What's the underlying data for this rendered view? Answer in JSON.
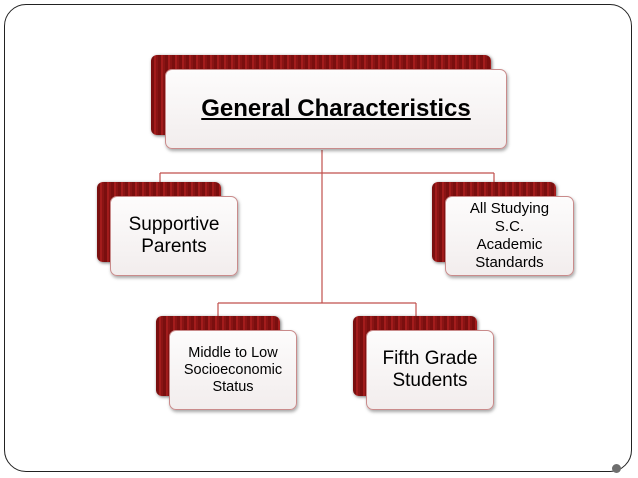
{
  "diagram": {
    "root": {
      "text": "General Characteristics"
    },
    "nodes": [
      {
        "text": "Supportive\nParents"
      },
      {
        "text": "All Studying\nS.C.\nAcademic\nStandards"
      },
      {
        "text": "Middle to Low\nSocioeconomic\nStatus"
      },
      {
        "text": "Fifth Grade\nStudents"
      }
    ]
  },
  "colors": {
    "accent_dark_red": "#8a1414",
    "connector": "#c0504d",
    "card_fill": "#f7f3f3"
  }
}
